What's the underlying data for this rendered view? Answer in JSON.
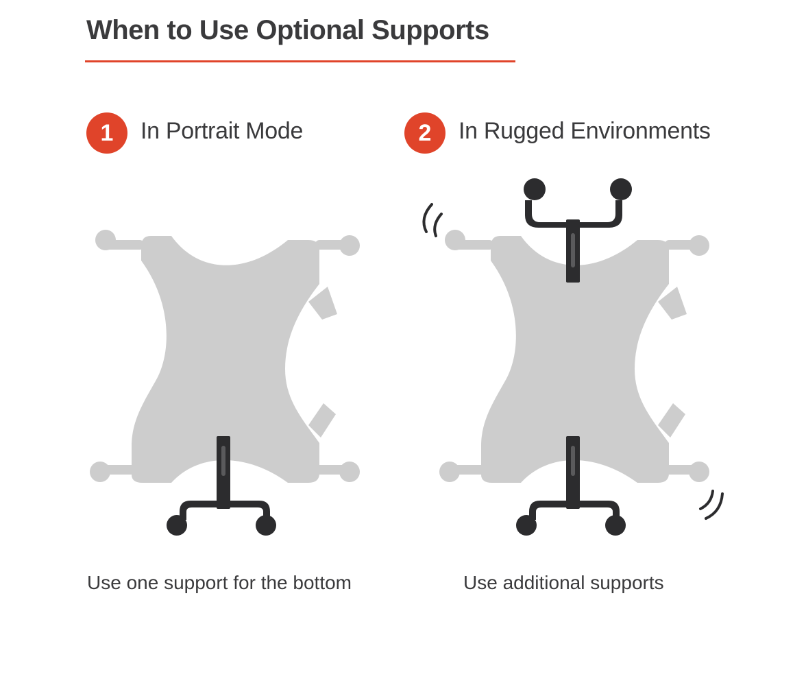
{
  "title": "When to Use Optional Supports",
  "colors": {
    "accent": "#e0442a",
    "text": "#3a3a3c",
    "holder": "#cdcdcd",
    "support": "#2c2c2e"
  },
  "sections": [
    {
      "number": "1",
      "heading": "In Portrait Mode",
      "caption": "Use one support for the bottom",
      "illustration": "tablet-holder-bottom-support"
    },
    {
      "number": "2",
      "heading": "In Rugged Environments",
      "caption": "Use additional supports",
      "illustration": "tablet-holder-top-and-bottom-supports"
    }
  ]
}
